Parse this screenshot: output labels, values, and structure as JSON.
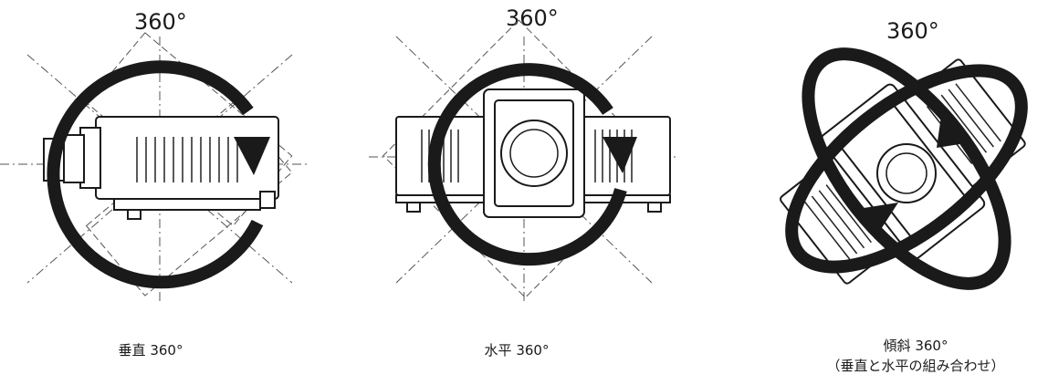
{
  "figure": {
    "panels": [
      {
        "id": "vertical",
        "top_label": "360°",
        "caption_line1": "垂直 360°",
        "caption_line2": ""
      },
      {
        "id": "horizontal",
        "top_label": "360°",
        "caption_line1": "水平 360°",
        "caption_line2": ""
      },
      {
        "id": "tilt",
        "top_label": "360°",
        "caption_line1": "傾斜 360°",
        "caption_line2": "（垂直と水平の組み合わせ）"
      }
    ]
  },
  "colors": {
    "line": "#1a1a1a",
    "dash": "#555555",
    "arrow": "#1a1a1a",
    "grille": "#222222",
    "background": "#ffffff"
  }
}
